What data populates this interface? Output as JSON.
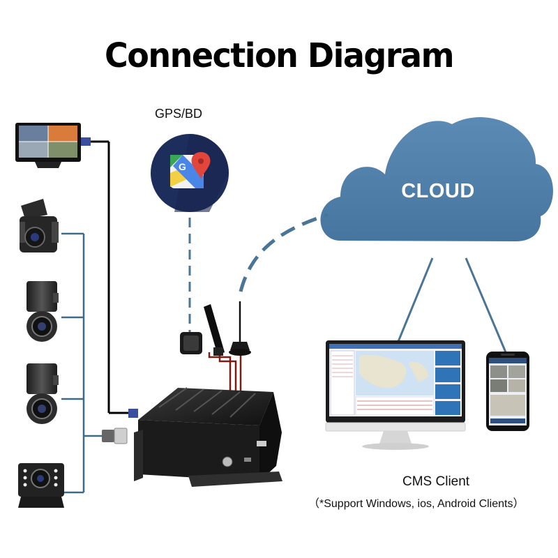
{
  "title": "Connection Diagram",
  "gps_label": "GPS/BD",
  "cloud_label": "CLOUD",
  "cms_label": "CMS Client",
  "cms_note": "（*Support Windows, ios, Android Clients）",
  "icons": {
    "gps": "map-pin-icon",
    "cloud": "cloud-icon"
  },
  "colors": {
    "cloud_fill": "#4f7fa8",
    "link_line": "#4a7596",
    "camera_bus": "#3d6a86",
    "monitor_cable": "#000000",
    "antenna_cables": "#7a1d12"
  }
}
